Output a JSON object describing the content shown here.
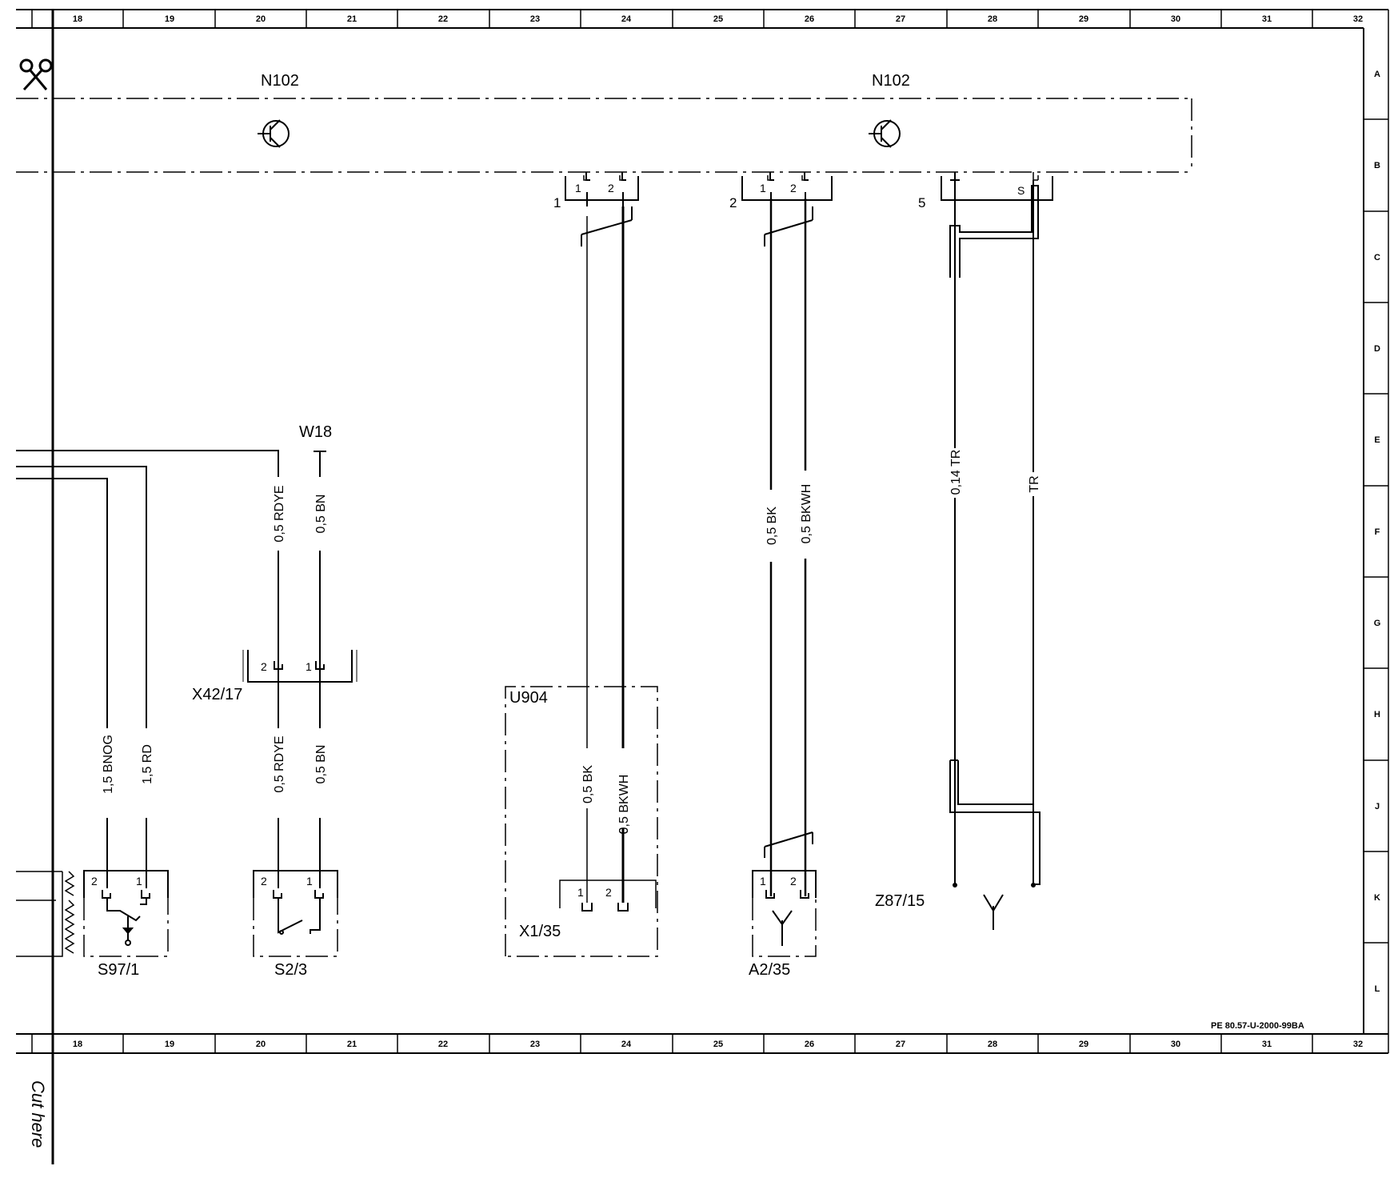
{
  "grid": {
    "columns": [
      "18",
      "19",
      "20",
      "21",
      "22",
      "23",
      "24",
      "25",
      "26",
      "27",
      "28",
      "29",
      "30",
      "31",
      "32"
    ],
    "rows": [
      "A",
      "B",
      "C",
      "D",
      "E",
      "F",
      "G",
      "H",
      "J",
      "K",
      "L"
    ]
  },
  "components": {
    "n102_left": "N102",
    "n102_right": "N102",
    "w18": "W18",
    "x42_17": "X42/17",
    "u904": "U904",
    "x1_35": "X1/35",
    "s97_1": "S97/1",
    "s2_3": "S2/3",
    "a2_35": "A2/35",
    "z87_15": "Z87/15"
  },
  "connectors": {
    "n102_c1": "1",
    "n102_c2": "2",
    "n102_c5": "5"
  },
  "pins": {
    "one": "1",
    "two": "2",
    "shield": "S"
  },
  "wires": {
    "rdye_upper": "0,5 RDYE",
    "bn_upper": "0,5 BN",
    "rdye_lower": "0,5 RDYE",
    "bn_lower": "0,5 BN",
    "bnog": "1,5 BNOG",
    "rd": "1,5 RD",
    "u904_bk": "0,5 BK",
    "u904_bkwh": "0,5 BKWH",
    "a2_bk": "0,5 BK",
    "a2_bkwh": "0,5 BKWH",
    "tr_014": "0,14 TR",
    "tr": "TR"
  },
  "footer": {
    "code": "PE 80.57-U-2000-99BA",
    "cut_here": "Cut here"
  },
  "icons": [
    "scissors-icon",
    "transistor-icon",
    "antenna-icon",
    "switch-icon",
    "heating-element-icon"
  ]
}
